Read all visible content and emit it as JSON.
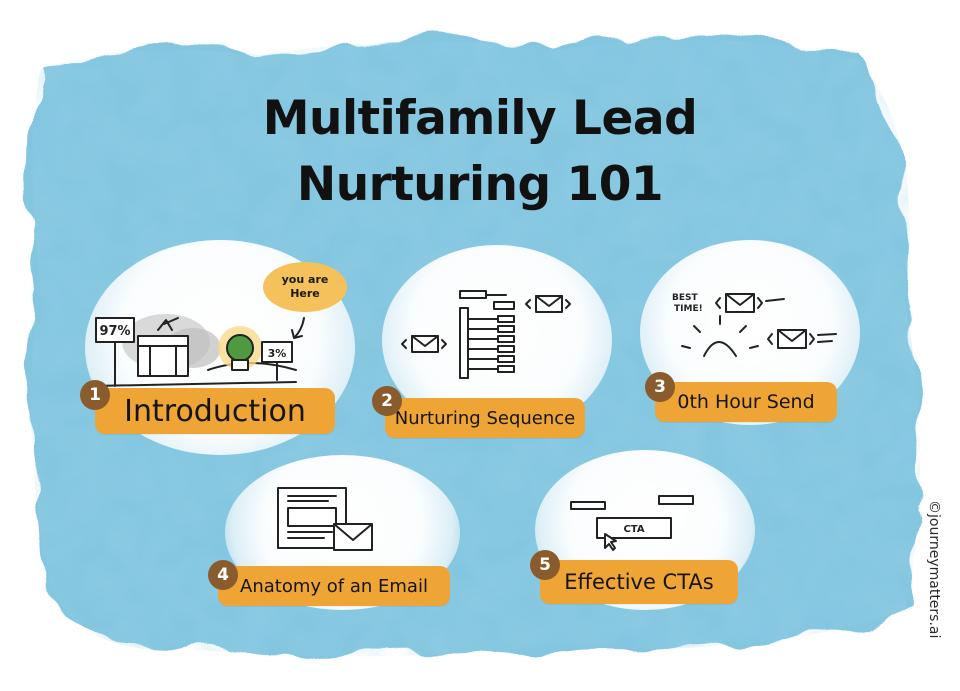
{
  "title": {
    "line1": "Multifamily Lead",
    "line2": "Nurturing 101"
  },
  "steps": [
    {
      "number": "1",
      "label": "Introduction"
    },
    {
      "number": "2",
      "label": "Nurturing Sequence"
    },
    {
      "number": "3",
      "label": "0th Hour Send"
    },
    {
      "number": "4",
      "label": "Anatomy of an Email"
    },
    {
      "number": "5",
      "label": "Effective CTAs"
    }
  ],
  "illustrations": {
    "intro": {
      "left_sign": "97%",
      "right_sign": "3%",
      "speech_line1": "you are",
      "speech_line2": "Here"
    },
    "send": {
      "note_line1": "BEST",
      "note_line2": "TIME!"
    },
    "cta": {
      "button": "CTA"
    }
  },
  "credit": "©journeymatters.ai",
  "colors": {
    "watercolor": "#7fc4df",
    "label": "#efa535",
    "badge": "#8a5b2c",
    "ink": "#111111"
  }
}
